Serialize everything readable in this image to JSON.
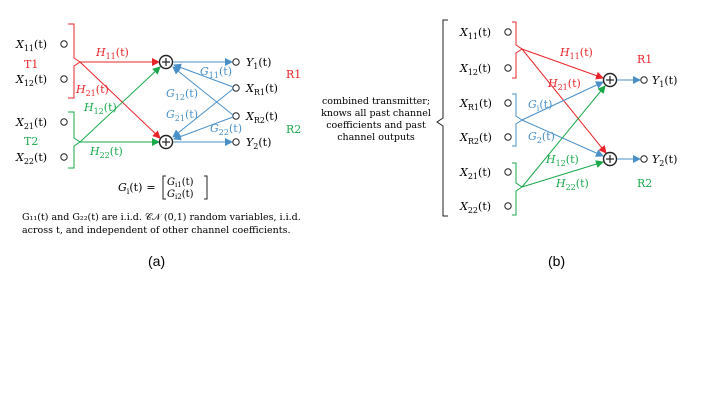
{
  "colors": {
    "red": "#e8252a",
    "green": "#1aa84a",
    "blue": "#4a90c8",
    "black": "#222222"
  },
  "panel_a": {
    "inputs": {
      "x11": "X",
      "x11_sub": "11",
      "x12": "X",
      "x12_sub": "12",
      "x21": "X",
      "x21_sub": "21",
      "x22": "X",
      "x22_sub": "22"
    },
    "t_arg": "(t)",
    "t1": "T1",
    "t2": "T2",
    "r1": "R1",
    "r2": "R2",
    "h11": "H",
    "h11_sub": "11",
    "h21": "H",
    "h21_sub": "21",
    "h12": "H",
    "h12_sub": "12",
    "h22": "H",
    "h22_sub": "22",
    "g11": "G",
    "g11_sub": "11",
    "g12": "G",
    "g12_sub": "12",
    "g21": "G",
    "g21_sub": "21",
    "g22": "G",
    "g22_sub": "22",
    "y1": "Y",
    "y1_sub": "1",
    "y2": "Y",
    "y2_sub": "2",
    "xr1": "X",
    "xr1_sub": "R1",
    "xr2": "X",
    "xr2_sub": "R2",
    "gi_lhs": "G",
    "gi_lhs_sub": "i",
    "gi_eq": "=",
    "gi_top": "G",
    "gi_top_sub": "i1",
    "gi_bot": "G",
    "gi_bot_sub": "i2",
    "note_line1": "G₁₁(t) and G₂₂(t) are i.i.d. 𝒞𝒩 (0,1) random variables,  i.i.d.",
    "note_line2": "across t, and independent of other channel coefficients.",
    "label": "(a)"
  },
  "panel_b": {
    "tx_line1": "combined transmitter;",
    "tx_line2": "knows all past channel",
    "tx_line3": "coefficients and past",
    "tx_line4": "channel outputs",
    "r1": "R1",
    "r2": "R2",
    "label": "(b)"
  }
}
